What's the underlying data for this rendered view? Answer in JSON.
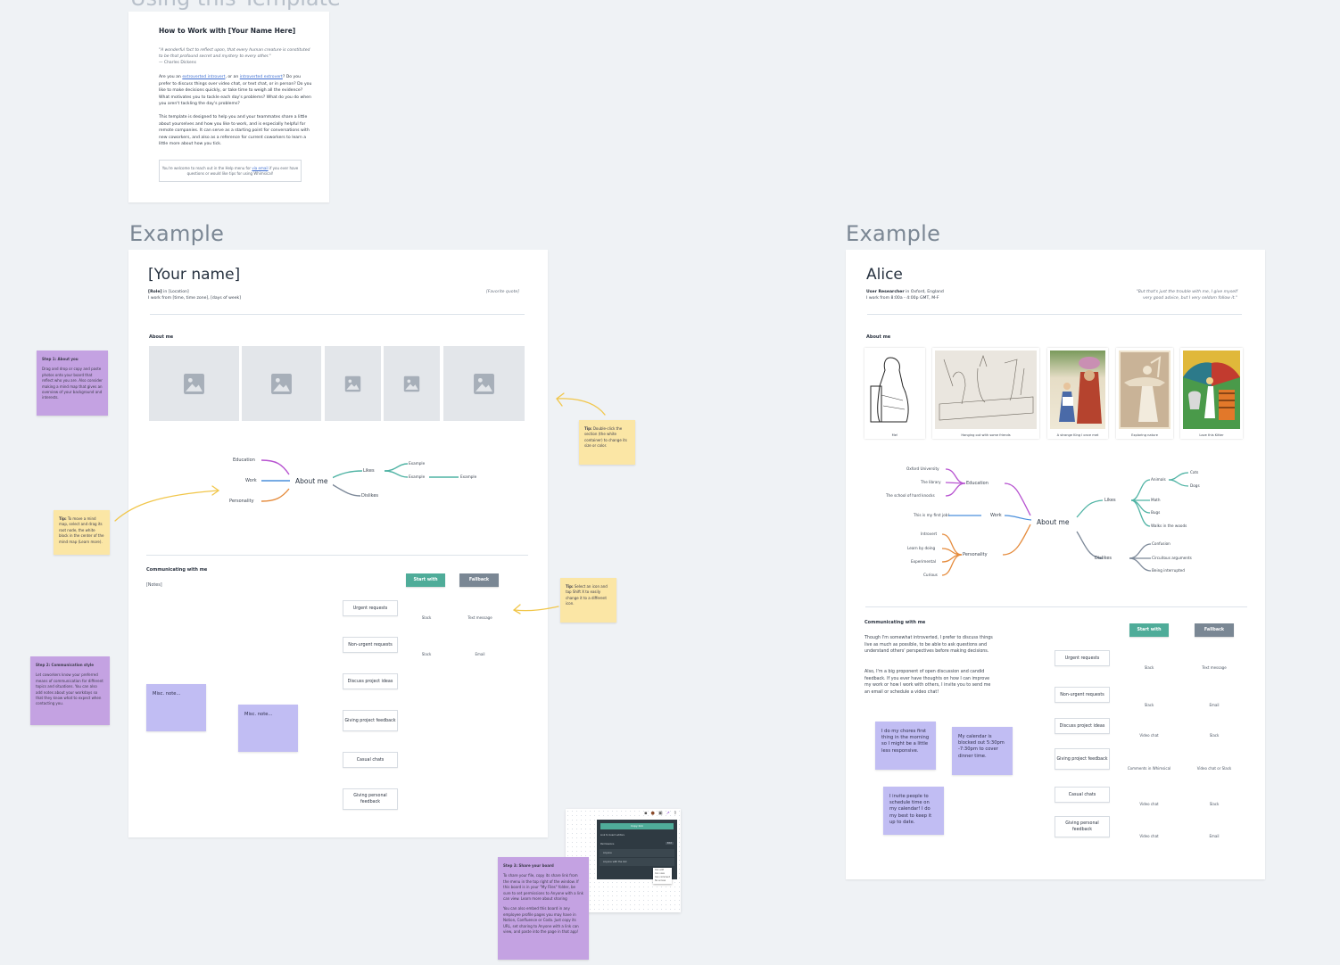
{
  "canvas": {
    "top_heading": "Using this Template",
    "left_section_title": "Example",
    "right_section_title": "Example"
  },
  "intro_card": {
    "title": "How to Work with [Your Name Here]",
    "quote": "\"A wonderful fact to reflect upon, that every human creature is constituted to be that profound secret and mystery to every other.\"",
    "quote_author": "— Charles Dickens",
    "para1_a": "Are you an ",
    "link1": "extroverted introvert",
    "para1_b": ", or an ",
    "link2": "introverted extrovert",
    "para1_c": "? Do you prefer to discuss things over video chat, or text chat, or in person? Do you like to make decisions quickly, or take time to weigh all the evidence? What motivates you to tackle each day's problems? What do you do when you aren't tackling the day's problems?",
    "para2": "This template is designed to help you and your teammates share a little about yourselves and how you like to work, and is especially helpful for remote companies. It can serve as a starting point for conversations with new coworkers, and also as a reference for current coworkers to learn a little more about how you tick.",
    "help_a": "You're welcome to reach out in the Help menu for ",
    "help_link": "via email",
    "help_b": " if you ever have questions or would like tips for using Whimsical!"
  },
  "template_profile": {
    "name": "[Your name]",
    "role": "[Role]",
    "location_line": " in [Location]",
    "hours_line": "I work from [time, time zone], [days of week]",
    "quote": "[Favorite quote]",
    "about_heading": "About me",
    "mindmap": {
      "root": "About me",
      "left": [
        "Education",
        "Work",
        "Personality"
      ],
      "likes": "Likes",
      "dislikes": "Dislikes",
      "likes_children": [
        "Example",
        "Example"
      ],
      "grandchild": "Example"
    },
    "comm_heading": "Communicating with me",
    "notes": "[Notes]",
    "misc_notes": [
      "Misc. note...",
      "Misc. note..."
    ],
    "start_label": "Start with",
    "fallback_label": "Fallback",
    "topics": [
      "Urgent requests",
      "Non-urgent requests",
      "Discuss project ideas",
      "Giving project feedback",
      "Casual chats",
      "Giving personal feedback"
    ],
    "rows": [
      {
        "start": "Slack",
        "fallback": "Text message"
      },
      {
        "start": "Slack",
        "fallback": "Email"
      }
    ]
  },
  "alice_profile": {
    "name": "Alice",
    "role": "User Researcher",
    "location_line": " in Oxford, England",
    "hours_line": "I work from 8:00a - 4:00p GMT, M-F",
    "quote": "\"But that's just the trouble with me, I give myself very good advice, but I very seldom follow it.\"",
    "about_heading": "About me",
    "photos": [
      {
        "caption": "Me!"
      },
      {
        "caption": "Hanging out with some friends"
      },
      {
        "caption": "A strange King I once met"
      },
      {
        "caption": "Exploring nature"
      },
      {
        "caption": "Love this Kitter"
      }
    ],
    "mindmap": {
      "root": "About me",
      "education": "Education",
      "education_children": [
        "Oxford University",
        "The library",
        "The school of hard knocks"
      ],
      "work": "Work",
      "work_children": [
        "This is my first job!"
      ],
      "personality": "Personality",
      "personality_children": [
        "Introvert",
        "Learn by doing",
        "Experimental",
        "Curious"
      ],
      "likes": "Likes",
      "likes_children": [
        "Animals",
        "Math",
        "Bugs",
        "Walks in the woods"
      ],
      "animals_children": [
        "Cats",
        "Dogs"
      ],
      "dislikes": "Dislikes",
      "dislikes_children": [
        "Confusion",
        "Circuitous arguments",
        "Being interrupted"
      ]
    },
    "comm_heading": "Communicating with me",
    "comm_p1": "Though I'm somewhat introverted, I prefer to discuss things live as much as possible, to be able to ask questions and understand others' perspectives before making decisions.",
    "comm_p2": "Also, I'm a big proponent of open discussion and candid feedback. If you ever have thoughts on how I can improve my work or how I work with others, I invite you to send me an email or schedule a video chat!",
    "notes": [
      "I do my chores first thing in the morning so I might be a little less responsive.",
      "My calendar is blocked out 5:30pm -7:30pm to cover dinner time.",
      "I invite people to schedule time on my calendar! I do my best to keep it up to date."
    ],
    "start_label": "Start with",
    "fallback_label": "Fallback",
    "topics": [
      "Urgent requests",
      "Non-urgent requests",
      "Discuss project ideas",
      "Giving project feedback",
      "Casual chats",
      "Giving personal feedback"
    ],
    "rows": [
      {
        "start": "Slack",
        "fallback": "Text message"
      },
      {
        "start": "Slack",
        "fallback": "Email"
      },
      {
        "start": "Video chat",
        "fallback": "Slack"
      },
      {
        "start": "Comments in Whimsical",
        "fallback": "Video chat or Slack"
      },
      {
        "start": "Video chat",
        "fallback": "Slack"
      },
      {
        "start": "Video chat",
        "fallback": "Email"
      }
    ]
  },
  "stickies": {
    "step1_title": "Step 1: About you",
    "step1_body": "Drag and drop or copy and paste photos onto your board that reflect who you are. Also consider making a mind map that gives an overview of your background and interests.",
    "step2_title": "Step 2: Communication style",
    "step2_body": "Let coworkers know your preferred means of communication for different topics and situations. You can also add notes about your workdays so that they know what to expect when contacting you.",
    "step3_title": "Step 3: Share your board",
    "step3_body1": "To share your file, copy its share link from the menu in the top right of the window. If this board is in your \"My Files\" folder, be sure to set permissions to Anyone with a link can view. Learn more about sharing",
    "step3_body2": "You can also embed this board in any employee profile pages you may have in Notion, Confluence or Coda. Just copy its URL, set sharing to Anyone with a link can view, and paste into the page in that app!",
    "tip_mindmap_label": "Tip:",
    "tip_mindmap": " To move a mind map, select and drag its root node, the white block in the center of the mind map (Learn more).",
    "tip_section_label": "Tip:",
    "tip_section": " Double-click the section (the white container) to change its size or color.",
    "tip_icon_label": "Tip:",
    "tip_icon": " Select an icon and tap Shift X to easily change it to a different icon."
  },
  "share_screenshot": {
    "button": "Copy link",
    "row1": "Link to board editors",
    "perm_label": "Permissions",
    "perm_badge": "Edit",
    "row2": "Anyone",
    "row3": "Anyone with the link",
    "dropdown": [
      "Can edit",
      "Can view",
      "Can comment",
      "No access"
    ]
  },
  "colors": {
    "canvas_bg": "#eff2f5",
    "education": "#b753d0",
    "work": "#4a8fdc",
    "personality": "#e58b3c",
    "likes": "#4fb3a4",
    "dislikes": "#7c8898",
    "start_with": "#4fac99",
    "fallback": "#7a8794",
    "sticky_purple": "#c4a2e2",
    "sticky_yellow": "#fbe6a5",
    "sticky_lavender": "#c1bdf3",
    "arrow": "#f1c64a"
  }
}
